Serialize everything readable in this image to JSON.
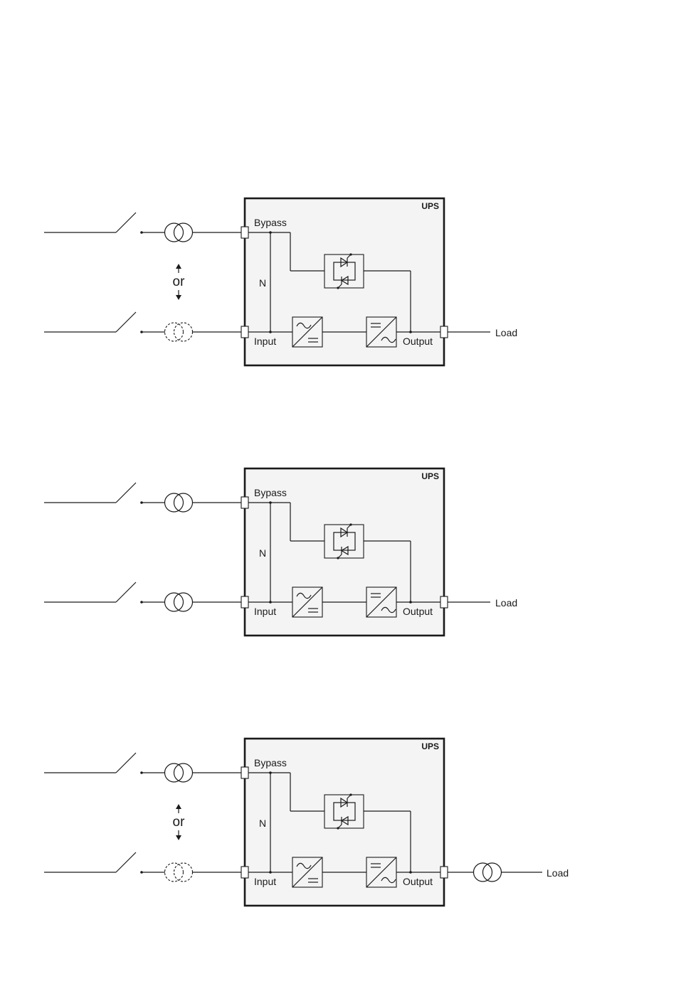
{
  "diagrams": [
    {
      "ups_label": "UPS",
      "bypass_label": "Bypass",
      "neutral_label": "N",
      "input_label": "Input",
      "output_label": "Output",
      "load_label": "Load",
      "or_label": "or",
      "has_or_choice": true,
      "output_transformer": false
    },
    {
      "ups_label": "UPS",
      "bypass_label": "Bypass",
      "neutral_label": "N",
      "input_label": "Input",
      "output_label": "Output",
      "load_label": "Load",
      "or_label": "",
      "has_or_choice": false,
      "output_transformer": false
    },
    {
      "ups_label": "UPS",
      "bypass_label": "Bypass",
      "neutral_label": "N",
      "input_label": "Input",
      "output_label": "Output",
      "load_label": "Load",
      "or_label": "or",
      "has_or_choice": true,
      "output_transformer": true
    }
  ]
}
